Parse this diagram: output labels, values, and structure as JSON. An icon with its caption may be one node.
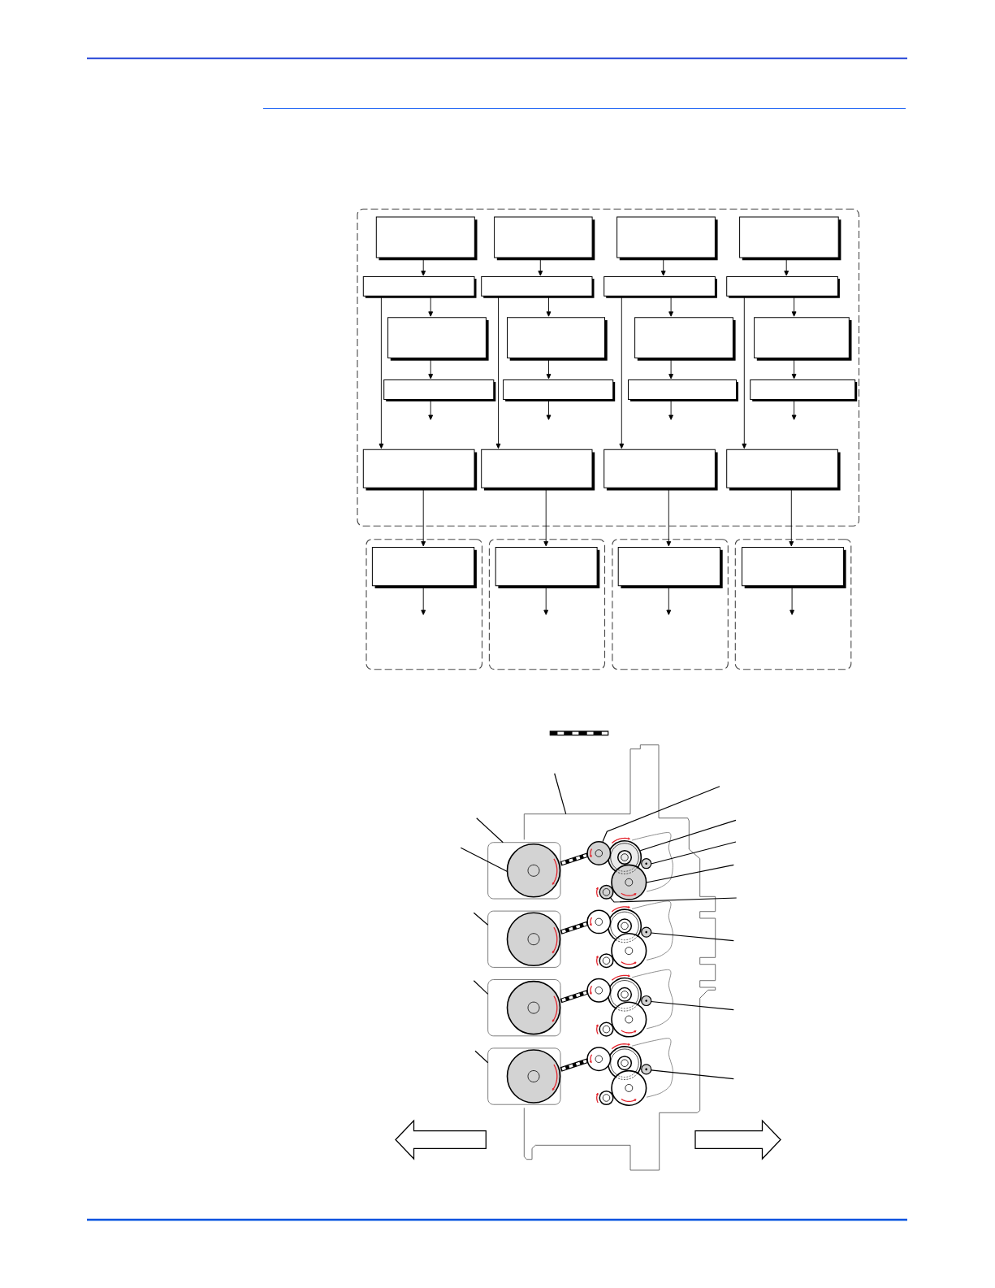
{
  "diagram": {
    "nodes": [
      {
        "text": [],
        "shape": "box"
      },
      {
        "text": [],
        "shape": "box",
        "in": 0
      },
      {
        "text": [],
        "shape": "box",
        "in": 0
      },
      {
        "text": [],
        "shape": "box",
        "in": 0
      },
      {
        "text": [],
        "shape": "box",
        "in": 0
      },
      {
        "text": [],
        "shape": "bar",
        "in": 0
      },
      {
        "text": [],
        "shape": "bar",
        "in": 0
      },
      {
        "text": [],
        "shape": "bar",
        "in": 0
      },
      {
        "text": [],
        "shape": "bar",
        "in": 0
      },
      {
        "text": [],
        "shape": "box",
        "in": 0
      },
      {
        "text": [],
        "shape": "box",
        "in": 0
      },
      {
        "text": [],
        "shape": "box",
        "in": 0
      },
      {
        "text": [],
        "shape": "box",
        "in": 0
      },
      {
        "text": [],
        "shape": "bar",
        "in": 0
      },
      {
        "text": [],
        "shape": "bar",
        "in": 0
      },
      {
        "text": [],
        "shape": "bar",
        "in": 0
      },
      {
        "text": [],
        "shape": "bar",
        "in": 0
      },
      {
        "text": [],
        "shape": "box",
        "in": 0
      },
      {
        "text": [],
        "shape": "box",
        "in": 0
      },
      {
        "text": [],
        "shape": "box",
        "in": 0
      },
      {
        "text": [],
        "shape": "box",
        "in": 0
      },
      {
        "text": [],
        "shape": "box"
      },
      {
        "text": [],
        "shape": "box",
        "in": 21
      },
      {
        "text": [],
        "shape": "box"
      },
      {
        "text": [],
        "shape": "box",
        "in": 23
      },
      {
        "text": [],
        "shape": "box"
      },
      {
        "text": [],
        "shape": "box",
        "in": 25
      },
      {
        "text": [],
        "shape": "box"
      },
      {
        "text": [],
        "shape": "box",
        "in": 27
      }
    ],
    "edges": [
      {
        "from": 1,
        "to": 5,
        "arrow": "to"
      },
      {
        "from": 5,
        "to": 9,
        "arrow": "to"
      },
      {
        "from": 9,
        "to": 13,
        "arrow": "to"
      },
      {
        "from": 13,
        "to": null,
        "arrow": "to"
      },
      {
        "from": 5,
        "to": 17,
        "arrow": "to"
      },
      {
        "from": 17,
        "to": 22,
        "arrow": "to"
      },
      {
        "from": 22,
        "to": null,
        "arrow": "to"
      },
      {
        "from": 2,
        "to": 6,
        "arrow": "to"
      },
      {
        "from": 6,
        "to": 10,
        "arrow": "to"
      },
      {
        "from": 10,
        "to": 14,
        "arrow": "to"
      },
      {
        "from": 14,
        "to": null,
        "arrow": "to"
      },
      {
        "from": 6,
        "to": 18,
        "arrow": "to"
      },
      {
        "from": 18,
        "to": 24,
        "arrow": "to"
      },
      {
        "from": 24,
        "to": null,
        "arrow": "to"
      },
      {
        "from": 3,
        "to": 7,
        "arrow": "to"
      },
      {
        "from": 7,
        "to": 11,
        "arrow": "to"
      },
      {
        "from": 11,
        "to": 15,
        "arrow": "to"
      },
      {
        "from": 15,
        "to": null,
        "arrow": "to"
      },
      {
        "from": 7,
        "to": 19,
        "arrow": "to"
      },
      {
        "from": 19,
        "to": 26,
        "arrow": "to"
      },
      {
        "from": 26,
        "to": null,
        "arrow": "to"
      },
      {
        "from": 4,
        "to": 8,
        "arrow": "to"
      },
      {
        "from": 8,
        "to": 12,
        "arrow": "to"
      },
      {
        "from": 12,
        "to": 16,
        "arrow": "to"
      },
      {
        "from": 16,
        "to": null,
        "arrow": "to"
      },
      {
        "from": 8,
        "to": 20,
        "arrow": "to"
      },
      {
        "from": 20,
        "to": 28,
        "arrow": "to"
      },
      {
        "from": 28,
        "to": null,
        "arrow": "to"
      }
    ]
  }
}
